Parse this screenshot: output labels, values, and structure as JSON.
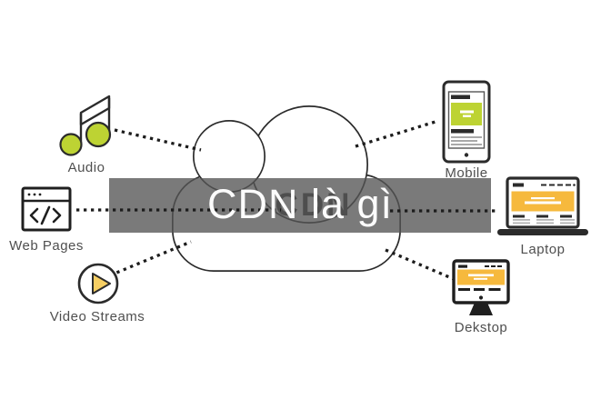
{
  "banner": {
    "text": "CDN là gì",
    "background_color": "#555555",
    "opacity": 0.78,
    "text_color": "#fcfcfc"
  },
  "cloud": {
    "label": "CDN"
  },
  "sources": [
    {
      "label": "Audio",
      "icon": "music-notes-icon"
    },
    {
      "label": "Web Pages",
      "icon": "code-window-icon"
    },
    {
      "label": "Video Streams",
      "icon": "play-circle-icon"
    }
  ],
  "devices": [
    {
      "label": "Mobile",
      "icon": "smartphone-icon"
    },
    {
      "label": "Laptop",
      "icon": "laptop-icon"
    },
    {
      "label": "Dekstop",
      "icon": "desktop-monitor-icon"
    }
  ],
  "colors": {
    "lime": "#bdd333",
    "amber": "#f6b93d",
    "play_triangle": "#f7cf63",
    "outline_dark": "#2b2b2b",
    "dotted_line": "#1c1c1c",
    "label_gray": "#4f4f4f"
  }
}
